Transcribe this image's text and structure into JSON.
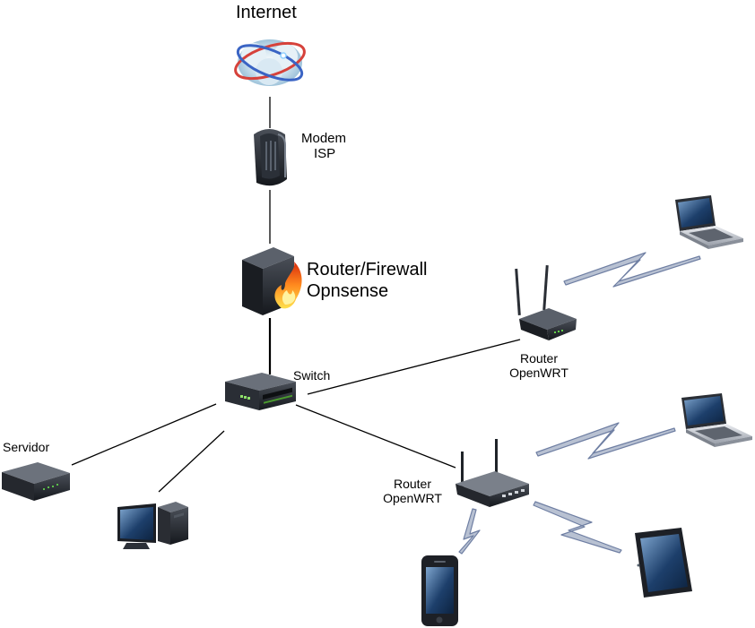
{
  "labels": {
    "internet": "Internet",
    "modem_line1": "Modem",
    "modem_line2": "ISP",
    "firewall_line1": "Router/Firewall",
    "firewall_line2": "Opnsense",
    "switch": "Switch",
    "router_top_line1": "Router",
    "router_top_line2": "OpenWRT",
    "router_bottom_line1": "Router",
    "router_bottom_line2": "OpenWRT",
    "server": "Servidor"
  },
  "icons": {
    "internet": "globe-cloud-icon",
    "modem": "modem-icon",
    "firewall": "firewall-icon",
    "switch": "network-switch-icon",
    "router_top": "wifi-router-icon",
    "router_bottom": "wifi-router-icon",
    "server": "server-box-icon",
    "desktop": "desktop-computer-icon",
    "laptop": "laptop-icon",
    "phone": "smartphone-icon",
    "tablet": "tablet-icon"
  },
  "colors": {
    "wireless_bolt": "#b8c1d2",
    "wireless_bolt_stroke": "#6f7fa3",
    "wire": "#000000"
  }
}
